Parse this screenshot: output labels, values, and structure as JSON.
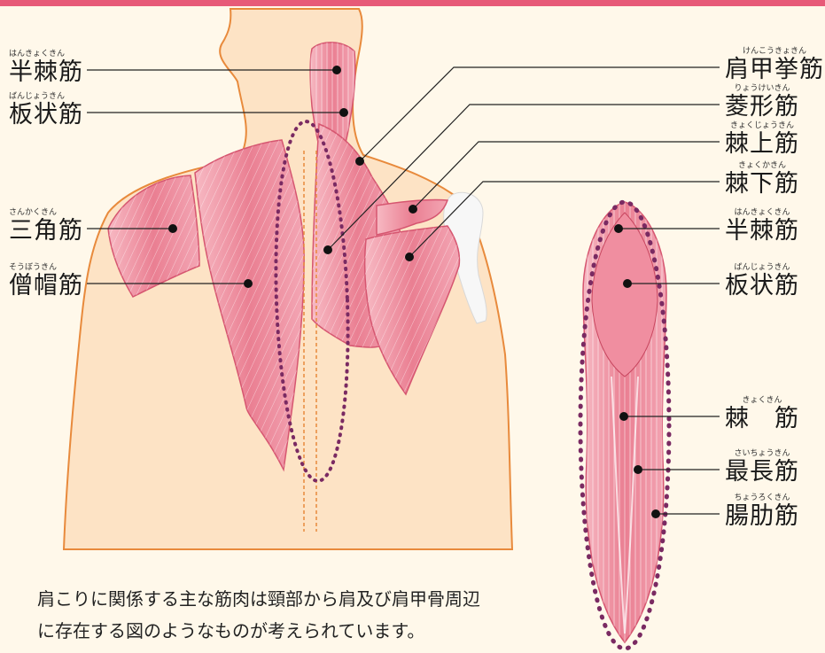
{
  "colors": {
    "background": "#fff8ea",
    "top_bar": "#e75a78",
    "skin": "#fde3c5",
    "outline": "#e88a3c",
    "muscle": "#ef8f9e",
    "muscle_edge": "#d65670",
    "highlight_dots": "#7a2a62",
    "bone": "#f5f5f5",
    "leader": "#222222"
  },
  "labels_left": [
    {
      "id": "hankyokukin-left",
      "ruby": "はんきょくきん",
      "text": "半棘筋"
    },
    {
      "id": "banjoukin-left",
      "ruby": "ばんじょうきん",
      "text": "板状筋"
    },
    {
      "id": "sankakukin",
      "ruby": "さんかくきん",
      "text": "三角筋"
    },
    {
      "id": "soubokin",
      "ruby": "そうぼうきん",
      "text": "僧帽筋"
    }
  ],
  "labels_right": [
    {
      "id": "kenkoukyokin",
      "ruby": "けんこうきょきん",
      "text": "肩甲挙筋"
    },
    {
      "id": "ryoukeikin",
      "ruby": "りょうけいきん",
      "text": "菱形筋"
    },
    {
      "id": "kyokujoukin",
      "ruby": "きょくじょうきん",
      "text": "棘上筋"
    },
    {
      "id": "kyokkakin",
      "ruby": "きょくかきん",
      "text": "棘下筋"
    },
    {
      "id": "hankyokukin-right",
      "ruby": "はんきょくきん",
      "text": "半棘筋"
    },
    {
      "id": "banjoukin-right",
      "ruby": "ばんじょうきん",
      "text": "板状筋"
    },
    {
      "id": "kyokukin",
      "ruby": "きょくきん",
      "text": "棘　筋"
    },
    {
      "id": "saichoukin",
      "ruby": "さいちょうきん",
      "text": "最長筋"
    },
    {
      "id": "chourokukin",
      "ruby": "ちょうろくきん",
      "text": "腸肋筋"
    }
  ],
  "caption": {
    "line1": "肩こりに関係する主な筋肉は頸部から肩及び肩甲骨周辺",
    "line2": "に存在する図のようなものが考えられています。"
  }
}
